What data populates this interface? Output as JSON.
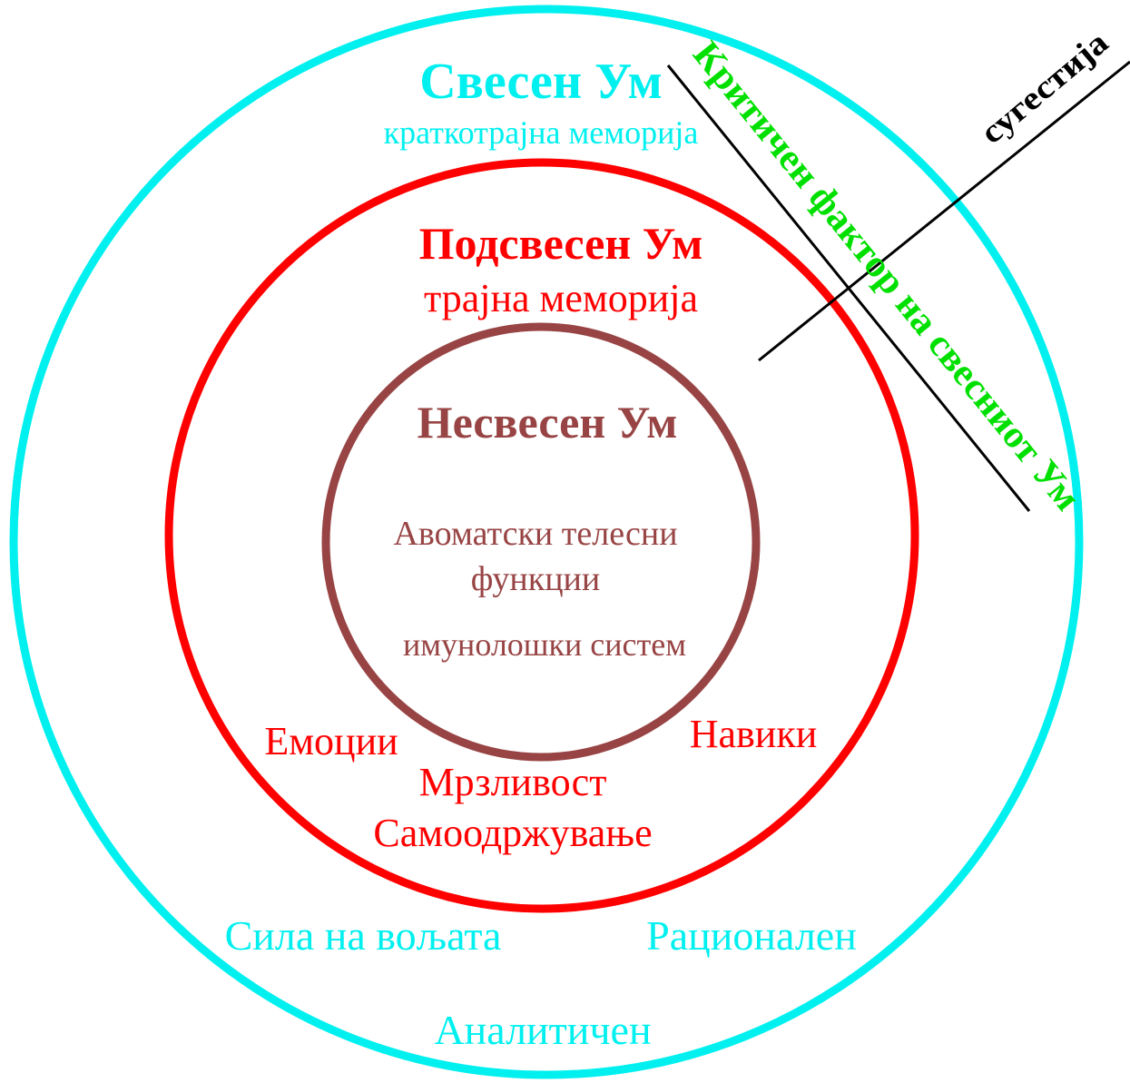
{
  "colors": {
    "conscious": "#00f0f0",
    "subconscious": "#ff0000",
    "unconscious": "#984444",
    "critical_factor": "#00e000",
    "line": "#000000"
  },
  "conscious": {
    "title": "Свесен Ум",
    "subtitle": "краткотрајна меморија",
    "traits": [
      "Сила на вољата",
      "Рационален",
      "Аналитичен"
    ]
  },
  "subconscious": {
    "title": "Подсвесен Ум",
    "subtitle": "трајна меморија",
    "traits": [
      "Емоции",
      "Навики",
      "Мрзливост",
      "Самоодржување"
    ]
  },
  "unconscious": {
    "title": "Несвесен Ум",
    "line1": "Авоматски телесни",
    "line2": "функции",
    "line3": "имунолошки систем"
  },
  "critical_factor": "Критичен фактор на свесниот Ум",
  "suggestion": "сугестија"
}
